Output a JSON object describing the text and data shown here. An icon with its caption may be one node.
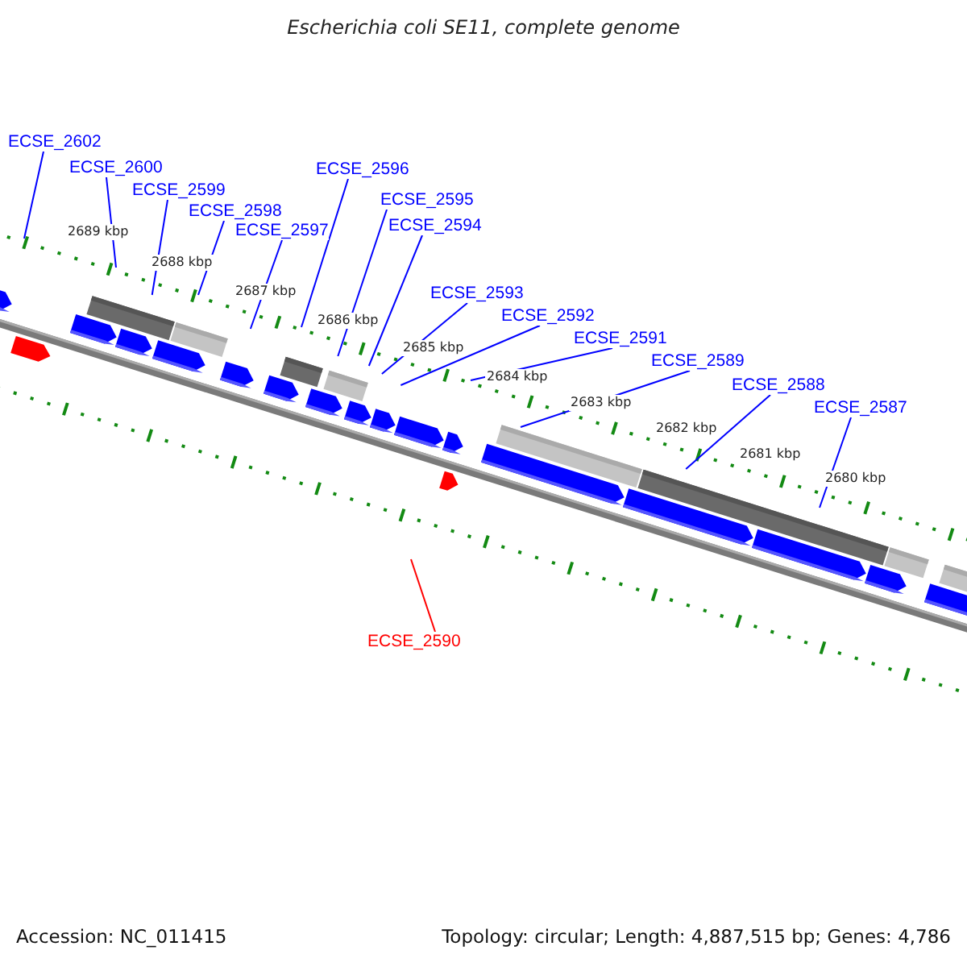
{
  "diagram": {
    "title": "Escherichia coli SE11, complete genome",
    "nodes": [
      {
        "text": [
          "ECSE_2602"
        ]
      },
      {
        "text": [
          "ECSE_2600"
        ]
      },
      {
        "text": [
          "ECSE_2599"
        ]
      },
      {
        "text": [
          "ECSE_2598"
        ]
      },
      {
        "text": [
          "ECSE_2597"
        ]
      },
      {
        "text": [
          "ECSE_2596"
        ]
      },
      {
        "text": [
          "ECSE_2595"
        ]
      },
      {
        "text": [
          "ECSE_2594"
        ]
      },
      {
        "text": [
          "ECSE_2593"
        ]
      },
      {
        "text": [
          "ECSE_2592"
        ]
      },
      {
        "text": [
          "ECSE_2591"
        ]
      },
      {
        "text": [
          "ECSE_2589"
        ]
      },
      {
        "text": [
          "ECSE_2588"
        ]
      },
      {
        "text": [
          "ECSE_2587"
        ]
      },
      {
        "text": [
          "ECSE_2590"
        ]
      }
    ],
    "edges": [
      {
        "from": 0,
        "to": null,
        "arrow": "none"
      },
      {
        "from": 1,
        "to": null,
        "arrow": "none"
      },
      {
        "from": 2,
        "to": null,
        "arrow": "none"
      },
      {
        "from": 3,
        "to": null,
        "arrow": "none"
      },
      {
        "from": 4,
        "to": null,
        "arrow": "none"
      },
      {
        "from": 5,
        "to": null,
        "arrow": "none"
      },
      {
        "from": 6,
        "to": null,
        "arrow": "none"
      },
      {
        "from": 7,
        "to": null,
        "arrow": "none"
      },
      {
        "from": 8,
        "to": null,
        "arrow": "none"
      },
      {
        "from": 9,
        "to": null,
        "arrow": "none"
      },
      {
        "from": 10,
        "to": null,
        "arrow": "none"
      },
      {
        "from": 11,
        "to": null,
        "arrow": "none"
      },
      {
        "from": 12,
        "to": null,
        "arrow": "none"
      },
      {
        "from": 13,
        "to": null,
        "arrow": "none"
      },
      {
        "from": 14,
        "to": null,
        "arrow": "none",
        "color": "#ff0000"
      }
    ],
    "labels": [
      "2689 kbp",
      "2688 kbp",
      "2687 kbp",
      "2686 kbp",
      "2685 kbp",
      "2684 kbp",
      "2683 kbp",
      "2682 kbp",
      "2681 kbp",
      "2680 kbp",
      "Accession: NC_011415",
      "Topology: circular; Length: 4,887,515 bp; Genes: 4,786"
    ]
  }
}
